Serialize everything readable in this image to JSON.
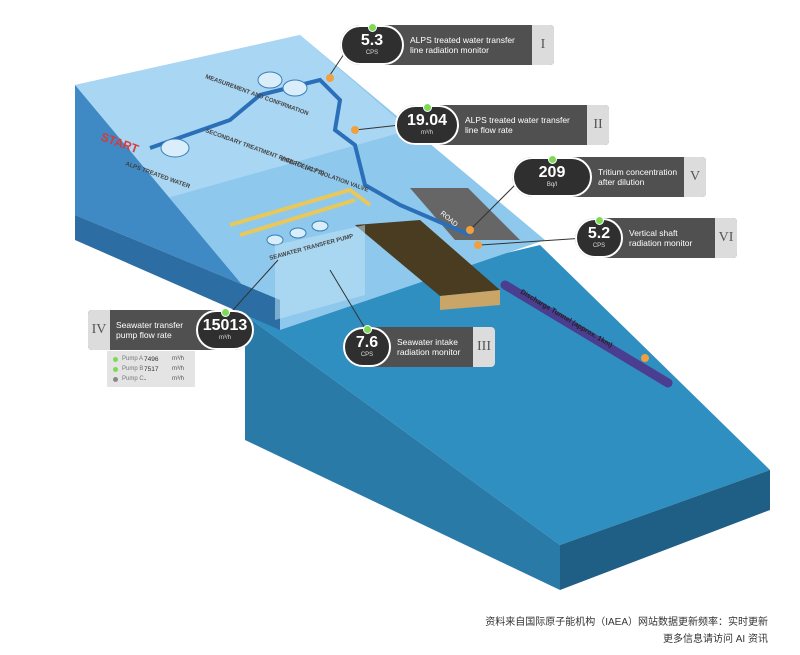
{
  "scene": {
    "start_label": "START",
    "alps_treated_water": "ALPS TREATED WATER",
    "measurement": "MEASUREMENT AND CONFIRMATION",
    "secondary_treatment": "SECONDARY TREATMENT FACILITY (ALPS)",
    "emergency_valve": "EMERGENCY ISOLATION VALVE",
    "seawater_pump": "SEAWATER TRANSFER PUMP",
    "road": "ROAD",
    "discharge_tunnel": "Discharge Tunnel (approx. 1km)"
  },
  "monitors": [
    {
      "roman": "I",
      "value": "5.3",
      "unit": "CPS",
      "label": "ALPS treated water transfer line radiation monitor"
    },
    {
      "roman": "II",
      "value": "19.04",
      "unit": "m³/h",
      "label": "ALPS treated water transfer line flow rate"
    },
    {
      "roman": "III",
      "value": "7.6",
      "unit": "CPS",
      "label": "Seawater intake radiation monitor"
    },
    {
      "roman": "IV",
      "value": "15013",
      "unit": "m³/h",
      "label": "Seawater transfer pump flow rate"
    },
    {
      "roman": "V",
      "value": "209",
      "unit": "Bq/l",
      "label": "Tritium concentration after dilution"
    },
    {
      "roman": "VI",
      "value": "5.2",
      "unit": "CPS",
      "label": "Vertical shaft radiation monitor"
    }
  ],
  "pumps": [
    {
      "name": "Pump A",
      "value": "7496",
      "unit": "m³/h",
      "color": "#7ed957"
    },
    {
      "name": "Pump B",
      "value": "7517",
      "unit": "m³/h",
      "color": "#7ed957"
    },
    {
      "name": "Pump C",
      "value": "-",
      "unit": "m³/h",
      "color": "#888888"
    }
  ],
  "footer": {
    "line1": "资料来自国际原子能机构（IAEA）网站数据更新频率：实时更新",
    "line2": "更多信息请访问 AI 资讯"
  }
}
